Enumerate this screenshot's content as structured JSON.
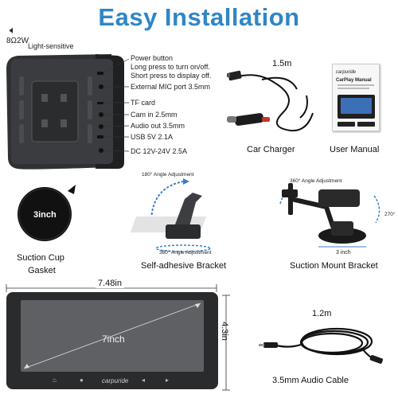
{
  "title": "Easy Installation",
  "back_unit": {
    "speaker_label": "8Ω2W",
    "light_label": "Light-sensitive",
    "ports": [
      {
        "label": "Power button"
      },
      {
        "label": "Long press to turn on/off."
      },
      {
        "label": "Short press to display off."
      },
      {
        "label": "External MIC port 3.5mm"
      },
      {
        "label": "TF card"
      },
      {
        "label": "Cam in 2.5mm"
      },
      {
        "label": "Audio out 3.5mm"
      },
      {
        "label": "USB 5V 2.1A"
      },
      {
        "label": "DC 12V-24V 2.5A"
      }
    ]
  },
  "charger": {
    "length": "1.5m",
    "caption": "Car Charger"
  },
  "manual": {
    "brand": "carpuride",
    "heading": "CarPlay Manual",
    "caption": "User Manual"
  },
  "gasket": {
    "size": "3inch",
    "caption_line1": "Suction Cup",
    "caption_line2": "Gasket"
  },
  "adhesive": {
    "angle_top": "180° Angle Adjustment",
    "angle_bottom": "360° Angle Adjustment",
    "caption": "Self-adhesive Bracket"
  },
  "suction": {
    "angle_top": "360° Angle Adjustment",
    "angle_side": "270°",
    "size": "3 inch",
    "caption": "Suction  Mount Bracket"
  },
  "screen": {
    "width": "7.48in",
    "height": "4.3in",
    "diagonal": "7inch",
    "brand": "carpuride"
  },
  "cable": {
    "length": "1.2m",
    "caption": "3.5mm Audio Cable"
  }
}
